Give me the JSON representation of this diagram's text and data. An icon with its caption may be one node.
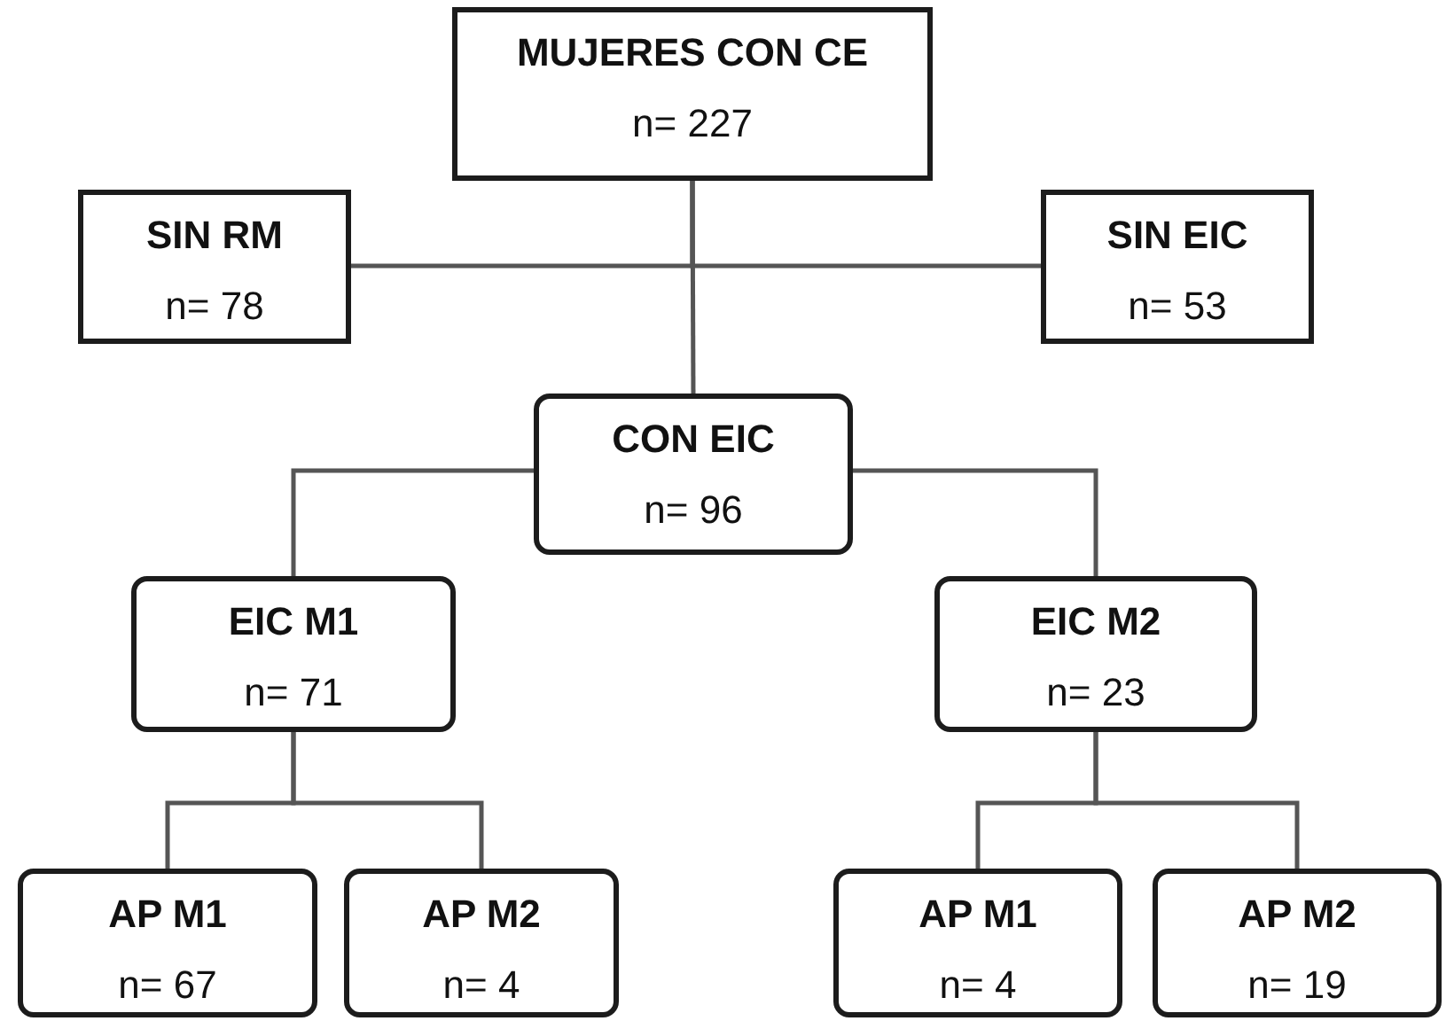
{
  "diagram": {
    "nodes": [
      {
        "text": [
          "MUJERES CON CE",
          "n= 227"
        ]
      },
      {
        "text": [
          "SIN RM",
          "n= 78"
        ]
      },
      {
        "text": [
          "SIN EIC",
          "n= 53"
        ]
      },
      {
        "text": [
          "CON EIC",
          "n= 96"
        ]
      },
      {
        "text": [
          "EIC M1",
          "n= 71"
        ]
      },
      {
        "text": [
          "EIC M2",
          "n= 23"
        ]
      },
      {
        "text": [
          "AP M1",
          "n= 67"
        ]
      },
      {
        "text": [
          "AP M2",
          "n= 4"
        ]
      },
      {
        "text": [
          "AP M1",
          "n= 4"
        ]
      },
      {
        "text": [
          "AP M2",
          "n= 19"
        ]
      }
    ],
    "edges": [
      {
        "from": 0,
        "to": 1,
        "arrow": "none"
      },
      {
        "from": 0,
        "to": 2,
        "arrow": "none"
      },
      {
        "from": 0,
        "to": 3,
        "arrow": "none"
      },
      {
        "from": 3,
        "to": 4,
        "arrow": "none"
      },
      {
        "from": 3,
        "to": 5,
        "arrow": "none"
      },
      {
        "from": 4,
        "to": 6,
        "arrow": "none"
      },
      {
        "from": 4,
        "to": 7,
        "arrow": "none"
      },
      {
        "from": 5,
        "to": 8,
        "arrow": "none"
      },
      {
        "from": 5,
        "to": 9,
        "arrow": "none"
      }
    ]
  }
}
